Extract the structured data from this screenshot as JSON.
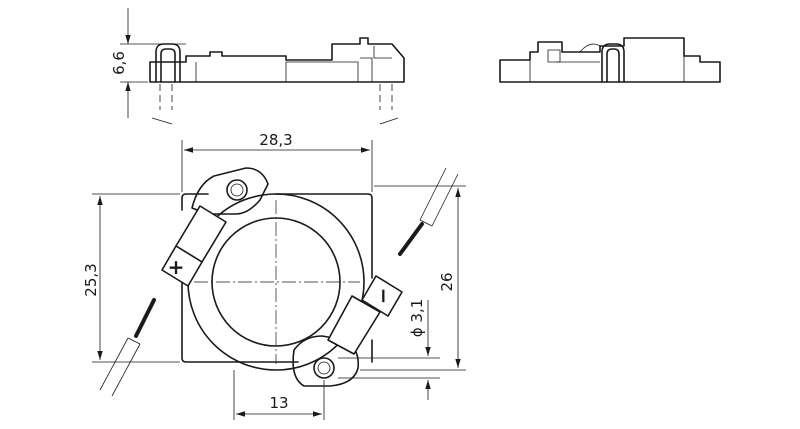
{
  "dimensions": {
    "height": "6,6",
    "width": "28,3",
    "left_height": "25,3",
    "right_height": "26",
    "hole": "ϕ 3,1",
    "offset": "13"
  },
  "polarity": {
    "plus": "+",
    "minus": "−"
  }
}
